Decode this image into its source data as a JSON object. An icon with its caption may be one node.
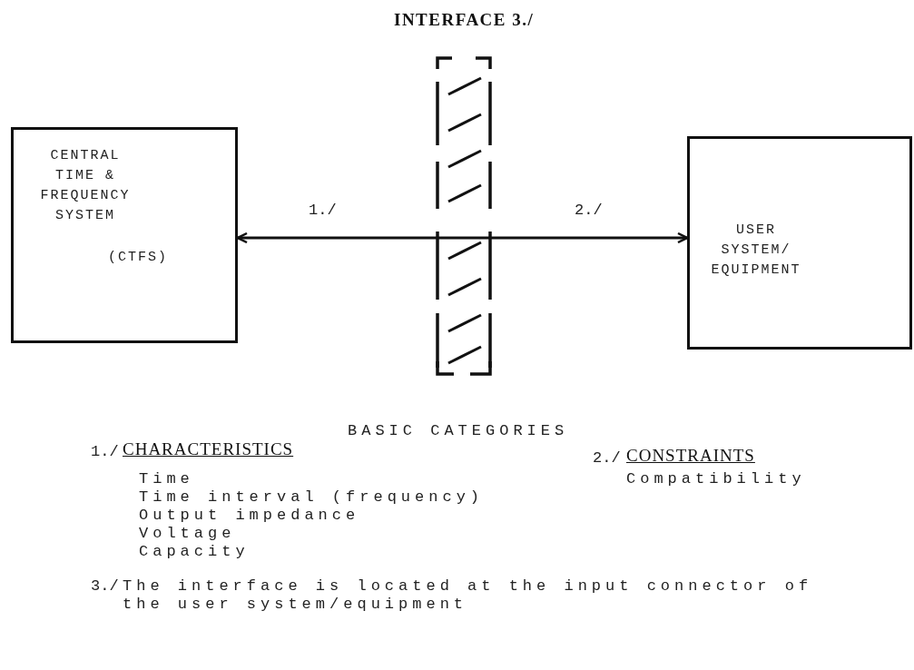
{
  "diagram": {
    "nodes": [
      {
        "text": [
          "CENTRAL TIME & FREQUENCY SYSTEM",
          "(CTFS)"
        ]
      },
      {
        "text": [
          "USER SYSTEM/ EQUIPMENT"
        ]
      }
    ],
    "edges": [
      {
        "from": 0,
        "to": 1,
        "arrow": "both"
      }
    ],
    "labels": [
      "INTERFACE 3./",
      "1./",
      "2./",
      "BASIC CATEGORIES",
      "1./",
      "CHARACTERISTICS",
      "2./",
      "CONSTRAINTS",
      "Time",
      "Compatibility",
      "Time interval (frequency)",
      "Output impedance",
      "Voltage",
      "Capacity",
      "3./",
      "The interface is located at the input connector of the user system/equipment"
    ]
  }
}
